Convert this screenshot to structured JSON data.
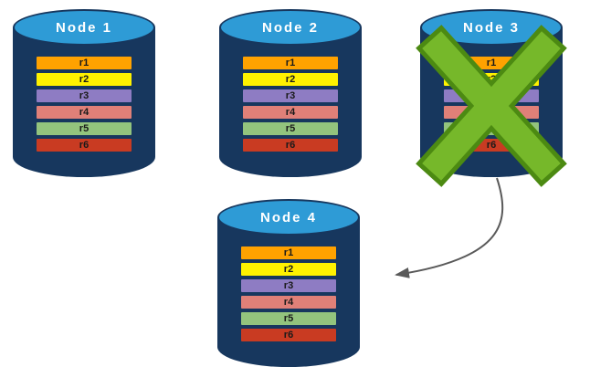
{
  "diagram": {
    "nodes": [
      {
        "label": "Node 1",
        "failed": false
      },
      {
        "label": "Node 2",
        "failed": false
      },
      {
        "label": "Node 3",
        "failed": true
      },
      {
        "label": "Node 4",
        "failed": false
      }
    ],
    "rows": [
      {
        "label": "r1",
        "color": "#FFA200"
      },
      {
        "label": "r2",
        "color": "#FFF200"
      },
      {
        "label": "r3",
        "color": "#8E7CC3"
      },
      {
        "label": "r4",
        "color": "#E08078"
      },
      {
        "label": "r5",
        "color": "#93C47D"
      },
      {
        "label": "r6",
        "color": "#C93B22"
      }
    ],
    "arrow": {
      "from": "Node 3",
      "to": "Node 4"
    },
    "colors": {
      "cylinder_body": "#17375E",
      "cylinder_top": "#2E9BD6",
      "label_text": "#FFFFFF",
      "row_text": "#1A1A1A",
      "failure_x": "#76B82A",
      "failure_x_dark": "#4C8A12",
      "arrow": "#595959"
    }
  }
}
